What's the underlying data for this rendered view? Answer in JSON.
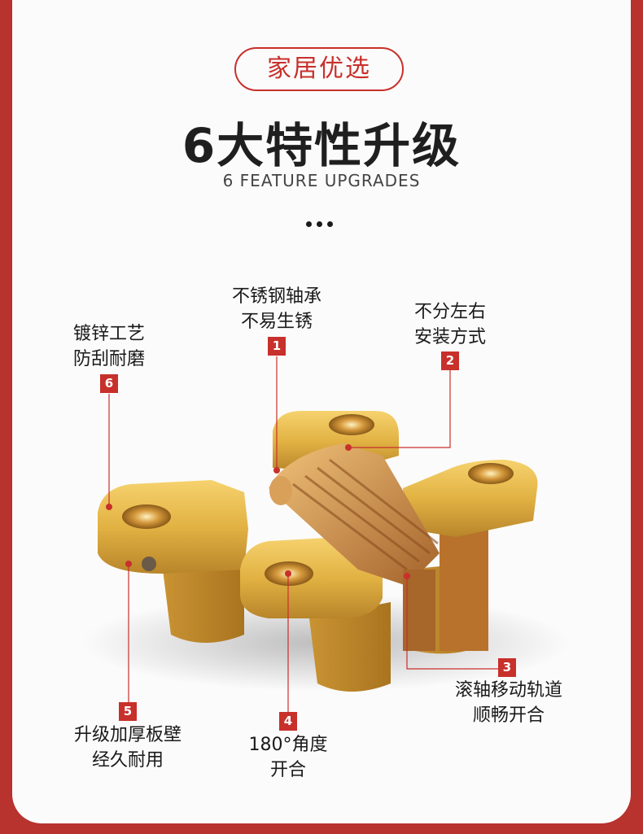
{
  "header": {
    "badge": "家居优选",
    "title": "6大特性升级",
    "subtitle": "6 FEATURE UPGRADES"
  },
  "features": [
    {
      "num": "1",
      "line1": "不锈钢轴承",
      "line2": "不易生锈"
    },
    {
      "num": "2",
      "line1": "不分左右",
      "line2": "安装方式"
    },
    {
      "num": "3",
      "line1": "滚轴移动轨道",
      "line2": "顺畅开合"
    },
    {
      "num": "4",
      "line1": "180°角度",
      "line2": "开合"
    },
    {
      "num": "5",
      "line1": "升级加厚板壁",
      "line2": "经久耐用"
    },
    {
      "num": "6",
      "line1": "镀锌工艺",
      "line2": "防刮耐磨"
    }
  ],
  "colors": {
    "accent": "#c8302b",
    "background": "#b8322e",
    "card": "#fbfbfb",
    "brass": "#e6b84a"
  }
}
